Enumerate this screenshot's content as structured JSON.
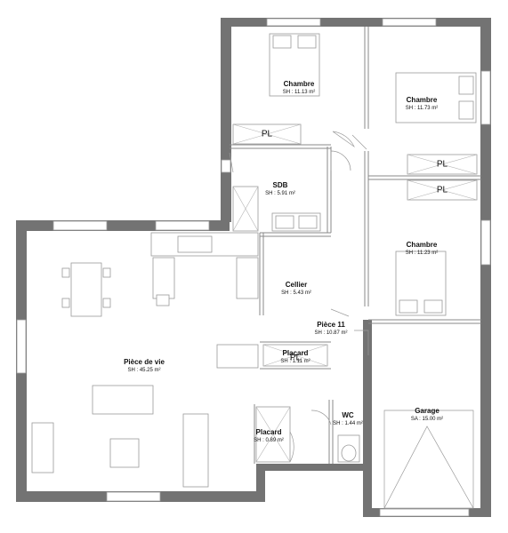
{
  "rooms": {
    "chambre_nw": {
      "name": "Chambre",
      "area": "SH : 11.13 m²"
    },
    "chambre_ne": {
      "name": "Chambre",
      "area": "SH : 11.73 m²"
    },
    "chambre_e": {
      "name": "Chambre",
      "area": "SH : 11.23 m²"
    },
    "sdb": {
      "name": "SDB",
      "area": "SH : 5.91 m²"
    },
    "cellier": {
      "name": "Cellier",
      "area": "SH : 5.43 m²"
    },
    "piece11": {
      "name": "Pièce 11",
      "area": "SH : 10.87 m²"
    },
    "placard_top": {
      "name": "Placard",
      "area": "SH : 1.11 m²"
    },
    "piece_de_vie": {
      "name": "Pièce de vie",
      "area": "SH : 45.25 m²"
    },
    "placard_bottom": {
      "name": "Placard",
      "area": "SH : 0.89 m²"
    },
    "wc": {
      "name": "WC",
      "area": "SH : 1.44 m²"
    },
    "garage": {
      "name": "Garage",
      "area": "SA : 15.00 m²"
    }
  },
  "closets": {
    "nw": "PL",
    "ne_top": "PL",
    "ne_bottom": "PL",
    "placard": "PL"
  }
}
